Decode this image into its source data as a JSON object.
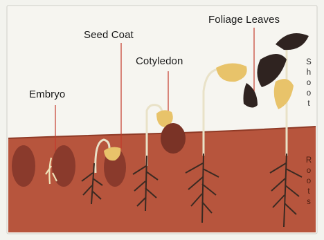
{
  "labels": {
    "embryo": "Embryo",
    "seed_coat": "Seed Coat",
    "cotyledon": "Cotyledon",
    "foliage_leaves": "Foliage Leaves"
  },
  "side_labels": {
    "shoot": "Shoot",
    "roots": "Roots"
  },
  "colors": {
    "background": "#f3f3ee",
    "soil": "#b7553d",
    "soil_dark": "#8f3a26",
    "seed": "#8a3a2c",
    "cotyledon": "#e8c36a",
    "foliage": "#2f2320",
    "root": "#3a2a22",
    "stem": "#e9e2c8",
    "pointer_line": "#c43a2a"
  },
  "icons": {
    "seed": "seed-icon",
    "root": "root-icon",
    "leaf": "leaf-icon"
  }
}
